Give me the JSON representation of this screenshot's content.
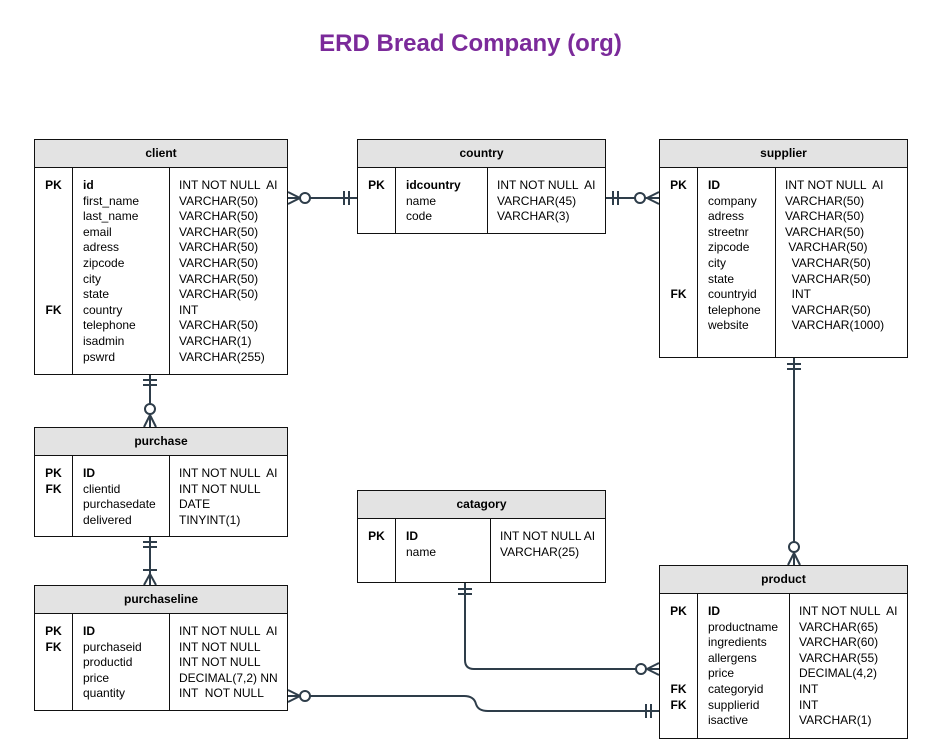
{
  "title": "ERD Bread Company (org)",
  "entities": {
    "client": {
      "name": "client",
      "keys": [
        "PK",
        "",
        "",
        "",
        "",
        "",
        "",
        "",
        "FK",
        "",
        "",
        ""
      ],
      "columns": [
        "id",
        "first_name",
        "last_name",
        "email",
        "adress",
        "zipcode",
        "city",
        "state",
        "country",
        "telephone",
        "isadmin",
        "pswrd"
      ],
      "types": [
        "INT NOT NULL  AI",
        "VARCHAR(50)",
        "VARCHAR(50)",
        "VARCHAR(50)",
        "VARCHAR(50)",
        "VARCHAR(50)",
        "VARCHAR(50)",
        "VARCHAR(50)",
        "INT",
        "VARCHAR(50)",
        "VARCHAR(1)",
        "VARCHAR(255)"
      ]
    },
    "country": {
      "name": "country",
      "keys": [
        "PK",
        "",
        ""
      ],
      "columns": [
        "idcountry",
        "name",
        "code"
      ],
      "types": [
        "INT NOT NULL  AI",
        "VARCHAR(45)",
        "VARCHAR(3)"
      ]
    },
    "supplier": {
      "name": "supplier",
      "keys": [
        "PK",
        "",
        "",
        "",
        "",
        "",
        "",
        "FK",
        "",
        ""
      ],
      "columns": [
        "ID",
        "company",
        "adress",
        "streetnr",
        "zipcode",
        "city",
        "state",
        "countryid",
        "telephone",
        "website"
      ],
      "types": [
        "INT NOT NULL  AI",
        "VARCHAR(50)",
        "VARCHAR(50)",
        "VARCHAR(50)",
        " VARCHAR(50)",
        "  VARCHAR(50)",
        "  VARCHAR(50)",
        "  INT",
        "  VARCHAR(50)",
        "  VARCHAR(1000)"
      ]
    },
    "purchase": {
      "name": "purchase",
      "keys": [
        "PK",
        "FK",
        "",
        ""
      ],
      "columns": [
        "ID",
        "clientid",
        "purchasedate",
        "delivered"
      ],
      "types": [
        "INT NOT NULL  AI",
        "INT NOT NULL",
        "DATE",
        "TINYINT(1)"
      ]
    },
    "catagory": {
      "name": "catagory",
      "keys": [
        "PK",
        ""
      ],
      "columns": [
        "ID",
        "name"
      ],
      "types": [
        "INT NOT NULL AI",
        "VARCHAR(25)"
      ]
    },
    "purchaseline": {
      "name": "purchaseline",
      "keys": [
        "PK",
        "FK",
        "",
        "",
        ""
      ],
      "columns": [
        "ID",
        "purchaseid",
        "productid",
        "price",
        "quantity"
      ],
      "types": [
        "INT NOT NULL  AI",
        "INT NOT NULL",
        "INT NOT NULL",
        "DECIMAL(7,2) NN",
        "INT  NOT NULL"
      ]
    },
    "product": {
      "name": "product",
      "keys": [
        "PK",
        "",
        "",
        "",
        "",
        "FK",
        "FK",
        ""
      ],
      "columns": [
        "ID",
        "productname",
        "ingredients",
        "allergens",
        "price",
        "categoryid",
        "supplierid",
        "isactive"
      ],
      "types": [
        "INT NOT NULL  AI",
        "VARCHAR(65)",
        "VARCHAR(60)",
        "VARCHAR(55)",
        "DECIMAL(4,2)",
        "INT",
        "INT",
        "VARCHAR(1)"
      ]
    }
  }
}
